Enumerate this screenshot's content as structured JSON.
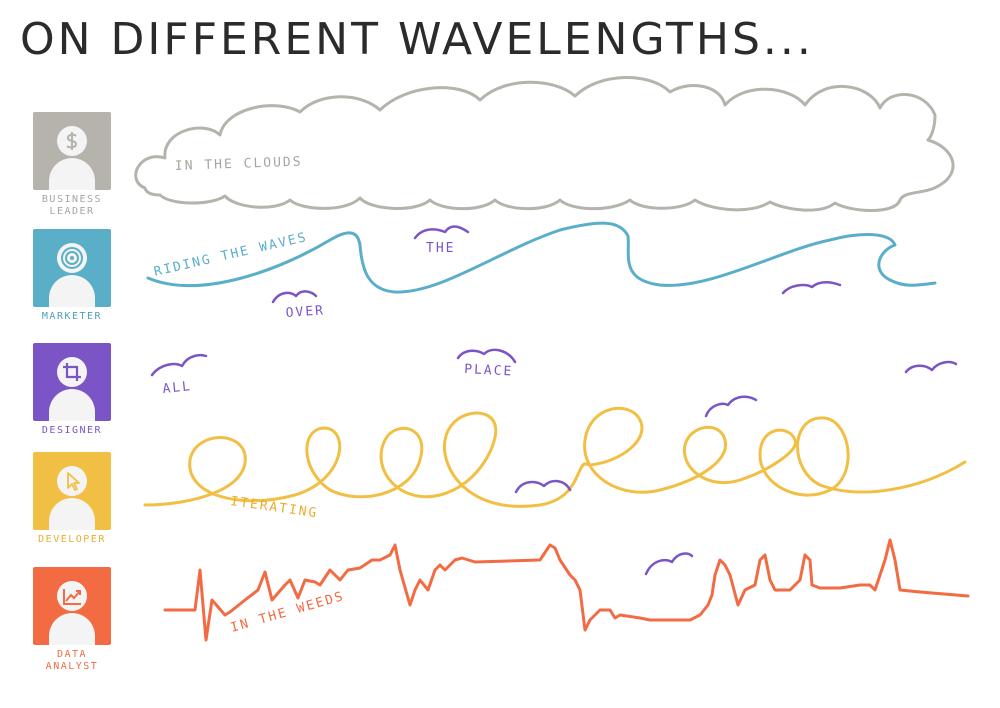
{
  "title": "ON DIFFERENT WAVELENGTHS...",
  "colors": {
    "business": "#b5b3ac",
    "marketer": "#5aaec8",
    "designer": "#7b55c6",
    "developer": "#f2bf45",
    "analyst": "#f26b43",
    "bird": "#7b55c6",
    "ink": "#2b2b2b"
  },
  "personas": [
    {
      "name_line1": "BUSINESS",
      "name_line2": "LEADER",
      "icon": "dollar-icon"
    },
    {
      "name_line1": "MARKETER",
      "name_line2": "",
      "icon": "target-icon"
    },
    {
      "name_line1": "DESIGNER",
      "name_line2": "",
      "icon": "crop-icon"
    },
    {
      "name_line1": "DEVELOPER",
      "name_line2": "",
      "icon": "cursor-icon"
    },
    {
      "name_line1": "DATA ANALYST",
      "name_line2": "",
      "icon": "chart-icon"
    }
  ],
  "wave_labels": {
    "clouds": "IN THE CLOUDS",
    "waves": "RIDING THE WAVES",
    "iterating": "ITERATING",
    "weeds": "IN THE WEEDS"
  },
  "bird_words": {
    "all": "ALL",
    "over": "OVER",
    "the": "THE",
    "place": "PLACE"
  }
}
